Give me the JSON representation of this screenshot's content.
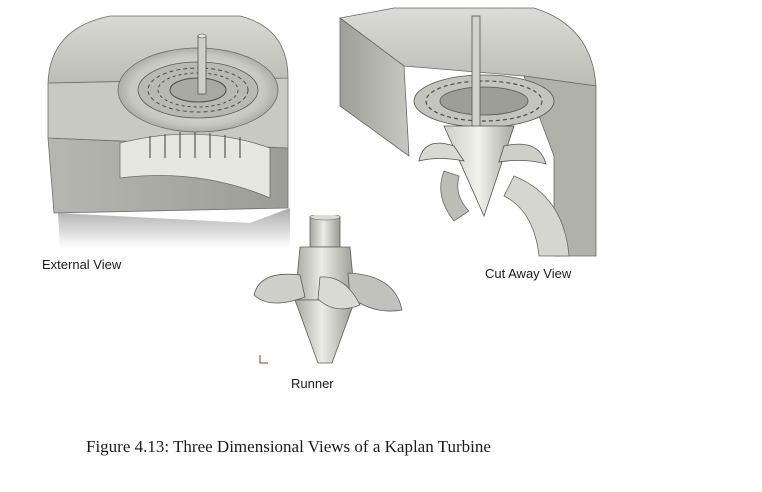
{
  "figure": {
    "caption": "Figure 4.13: Three Dimensional Views of a Kaplan Turbine"
  },
  "views": {
    "external": {
      "label": "External View"
    },
    "cutaway": {
      "label": "Cut Away View"
    },
    "runner": {
      "label": "Runner"
    }
  }
}
